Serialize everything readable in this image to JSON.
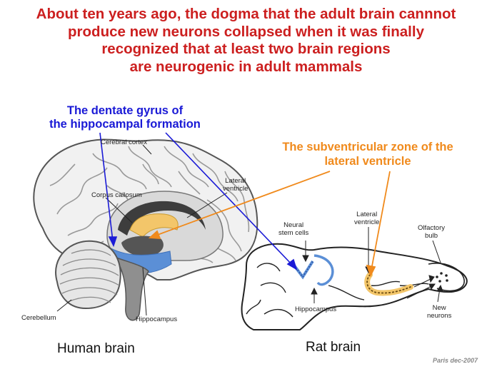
{
  "title": {
    "lines": [
      "About ten years ago, the dogma that the adult brain cannnot",
      "produce new neurons collapsed when it was finally",
      "recognized that at least two brain regions",
      "are neurogenic in adult mammals"
    ]
  },
  "callouts": {
    "dentate": [
      "The dentate gyrus of",
      "the hippocampal formation"
    ],
    "svz": [
      "The subventricular zone of the",
      "lateral ventricle"
    ]
  },
  "human_labels": {
    "cerebral_cortex": "Cerebral cortex",
    "lateral_ventricle": [
      "Lateral",
      "ventricle"
    ],
    "corpus_callosum": "Corpus callosum",
    "cerebellum": "Cerebellum",
    "hippocampus": "Hippocampus",
    "caption": "Human brain"
  },
  "rat_labels": {
    "neural_stem_cells": [
      "Neural",
      "stem cells"
    ],
    "lateral_ventricle": [
      "Lateral",
      "ventricle"
    ],
    "olfactory_bulb": [
      "Olfactory",
      "bulb"
    ],
    "hippocampus": "Hippocampus",
    "new_neurons": [
      "New",
      "neurons"
    ],
    "caption": "Rat brain"
  },
  "credit": "Paris dec-2007",
  "colors": {
    "title": "#cc1f1f",
    "dentate_blue": "#1a1ad6",
    "svz_orange": "#f08a1c",
    "hippocampus_blue": "#5b8fd6",
    "svz_fill": "#f3c66a"
  }
}
